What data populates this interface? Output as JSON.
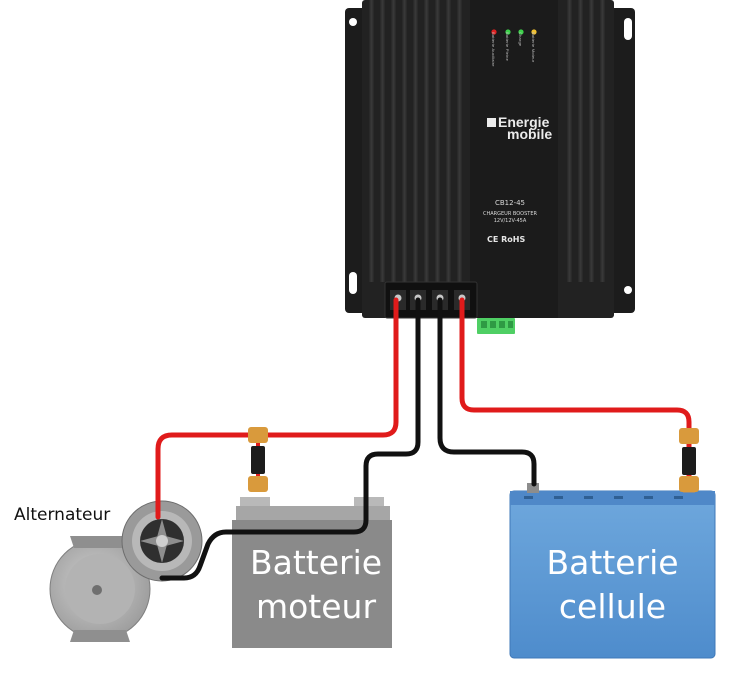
{
  "device": {
    "brand_line1": "Energie",
    "brand_line2": "mobile",
    "model": "CB12-45",
    "description": "CHARGEUR BOOSTER",
    "voltage": "12V/12V-45A",
    "certifications": "CE RoHS",
    "led_labels": [
      "Batterie Auxiliaire",
      "Batterie Pleine",
      "Charge",
      "Batterie Moteur"
    ],
    "led_colors": [
      "#e02020",
      "#3cd24a",
      "#3cd24a",
      "#f2c12e"
    ]
  },
  "alternator": {
    "label": "Alternateur"
  },
  "motor_battery": {
    "line1": "Batterie",
    "line2": "moteur",
    "color": "#8a8a8a"
  },
  "cell_battery": {
    "line1": "Batterie",
    "line2": "cellule",
    "color": "#5b9bd5"
  },
  "wire_colors": {
    "positive": "#e01b1b",
    "negative": "#111111"
  }
}
